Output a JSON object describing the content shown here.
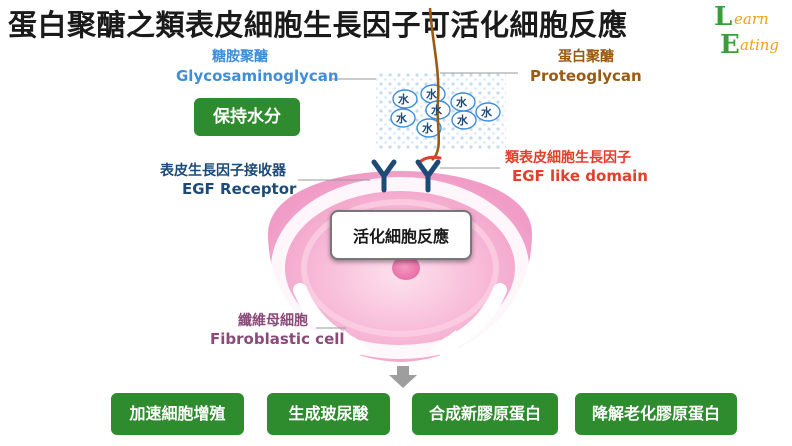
{
  "title": "蛋白聚醣之類表皮細胞生長因子可活化細胞反應",
  "logo": {
    "big_l": "L",
    "earn": "earn",
    "big_e": "E",
    "ating": "ating"
  },
  "labels": {
    "gag_cn": "糖胺聚醣",
    "gag_en": "Glycosaminoglycan",
    "proteoglycan_cn": "蛋白聚醣",
    "proteoglycan_en": "Proteoglycan",
    "receptor_cn": "表皮生長因子接收器",
    "receptor_en": "EGF Receptor",
    "egf_like_cn": "類表皮細胞生長因子",
    "egf_like_en": "EGF like domain",
    "fibro_cn": "纖維母細胞",
    "fibro_en": "Fibroblastic cell"
  },
  "water_char": "水",
  "retain_water": "保持水分",
  "activate": "活化細胞反應",
  "outcomes": [
    "加速細胞增殖",
    "生成玻尿酸",
    "合成新膠原蛋白",
    "降解老化膠原蛋白"
  ],
  "colors": {
    "green": "#2e8b2e",
    "gag_blue": "#3f8ed9",
    "proteoglycan_brown": "#9a5a12",
    "receptor_navy": "#1e4a78",
    "egf_red": "#e0402c",
    "cell_pink": "#f3a9cc"
  }
}
